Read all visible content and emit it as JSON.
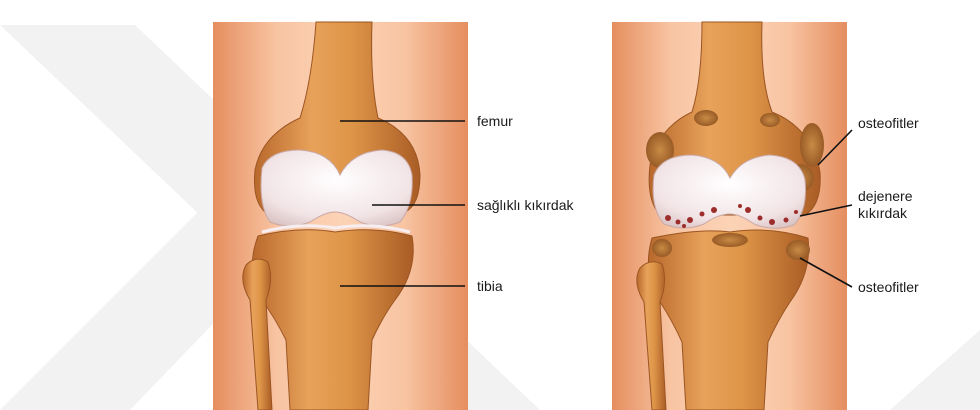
{
  "healthy_knee": {
    "labels": {
      "femur": "femur",
      "cartilage": "sağlıklı kıkırdak",
      "tibia": "tibia"
    }
  },
  "osteoarthritic_knee": {
    "labels": {
      "osteophytes_upper": "osteofitler",
      "degenerate_cartilage_line1": "dejenere",
      "degenerate_cartilage_line2": "kıkırdak",
      "osteophytes_lower": "osteofitler"
    }
  },
  "colors": {
    "skin": "#f6b58e",
    "skin_dark": "#e28a5b",
    "bone": "#d98a3f",
    "bone_dark": "#b0612a",
    "cartilage": "#f3e8ea",
    "degeneration": "#9c2d2a",
    "watermark": "#f1f1f1"
  }
}
